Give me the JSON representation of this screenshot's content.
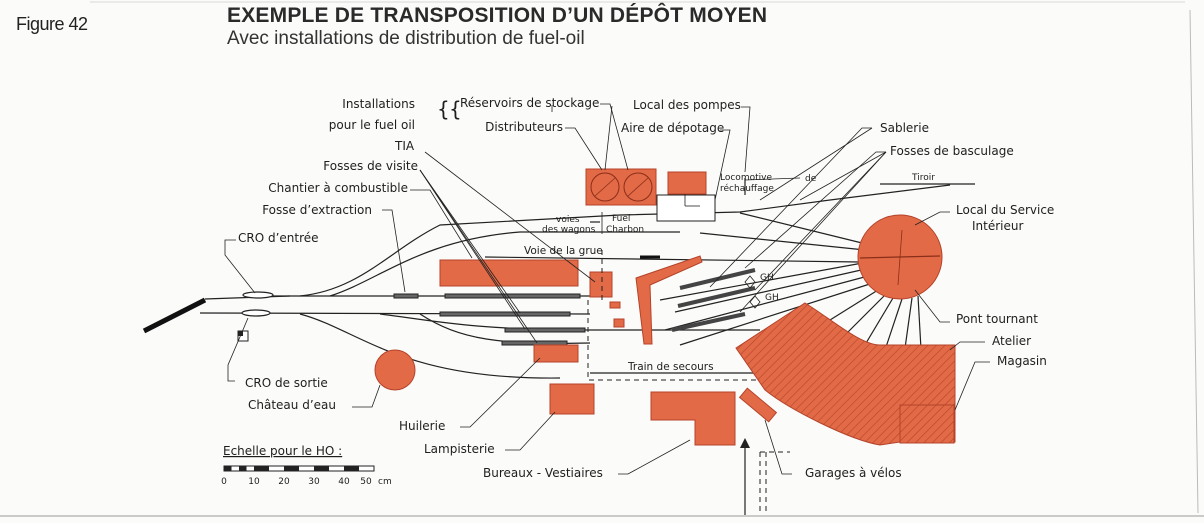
{
  "figure_label": "Figure 42",
  "title": "EXEMPLE DE TRANSPOSITION D’UN DÉPÔT MOYEN",
  "subtitle": "Avec installations de distribution de fuel-oil",
  "labels": {
    "installations_1": "Installations",
    "installations_2": "pour le fuel oil",
    "reservoirs": "Réservoirs de stockage",
    "distributeurs": "Distributeurs",
    "local_pompes": "Local des pompes",
    "aire_depotage": "Aire de dépotage",
    "tia": "TIA",
    "fosses_visite": "Fosses de visite",
    "chantier": "Chantier à combustible",
    "fosse_extraction": "Fosse d’extraction",
    "cro_entree": "CRO d’entrée",
    "cro_sortie": "CRO de sortie",
    "chateau_eau": "Château d’eau",
    "huilerie": "Huilerie",
    "lampisterie": "Lampisterie",
    "bureaux": "Bureaux - Vestiaires",
    "garages": "Garages à vélos",
    "sablerie": "Sablerie",
    "fosses_basculage": "Fosses de basculage",
    "local_service_1": "Local du Service",
    "local_service_2": "Intérieur",
    "pont_tournant": "Pont tournant",
    "atelier": "Atelier",
    "magasin": "Magasin",
    "loco_1": "Locomotive",
    "loco_2": "réchauffage",
    "loco_de": "de",
    "tiroir": "Tiroir",
    "voies_1": "voies",
    "voies_2": "des wagons",
    "fuel": "Fuel",
    "charbon": "Charbon",
    "voie_grue": "Voie de la grue",
    "train_secours": "Train de secours",
    "gh1": "GH",
    "gh2": "GH"
  },
  "scale": {
    "title": "Echelle pour le HO :",
    "ticks": [
      "0",
      "10",
      "20",
      "30",
      "40",
      "50"
    ],
    "unit": "cm"
  },
  "colors": {
    "building": "#e26a47",
    "building_stroke": "#b4432a",
    "ink": "#222222"
  }
}
